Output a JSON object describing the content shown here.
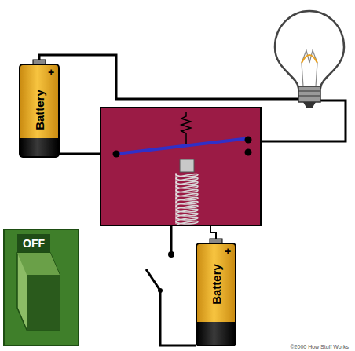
{
  "diagram": {
    "nodes": [
      {
        "text": [
          "+",
          "Battery"
        ]
      },
      {
        "text": [
          "OFF"
        ]
      },
      {
        "text": [
          "+",
          "Battery"
        ]
      }
    ],
    "labels": [
      "©2000 How Stuff Works"
    ]
  }
}
